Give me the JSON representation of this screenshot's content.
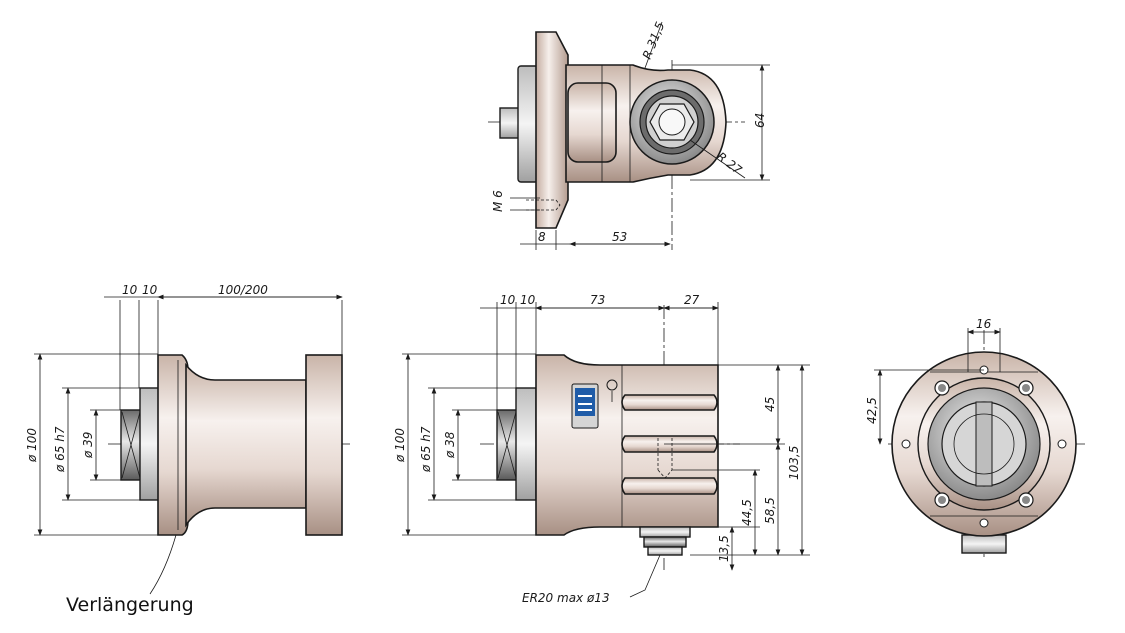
{
  "drawing": {
    "top_view": {
      "dims": {
        "radius_outer": "R 31,5",
        "height": "64",
        "radius_inner": "R 27",
        "thread": "M 6",
        "flange": "8",
        "length": "53"
      }
    },
    "side_view_extension": {
      "dims": {
        "flange_a": "10",
        "flange_b": "10",
        "length": "100/200",
        "dia_outer": "ø 100",
        "dia_fit": "ø 65 h7",
        "dia_shaft": "ø 39"
      },
      "label": "Verlängerung"
    },
    "side_view_head": {
      "dims": {
        "flange_a": "10",
        "flange_b": "10",
        "length_a": "73",
        "length_b": "27",
        "dia_outer": "ø 100",
        "dia_fit": "ø 65 h7",
        "dia_shaft": "ø 38",
        "h_top": "45",
        "h_total": "103,5",
        "h_mid": "58,5",
        "h_low": "44,5",
        "h_bottom": "13,5"
      },
      "collet_note": "ER20 max ø13"
    },
    "front_view": {
      "dims": {
        "width": "16",
        "offset": "42,5"
      }
    }
  }
}
